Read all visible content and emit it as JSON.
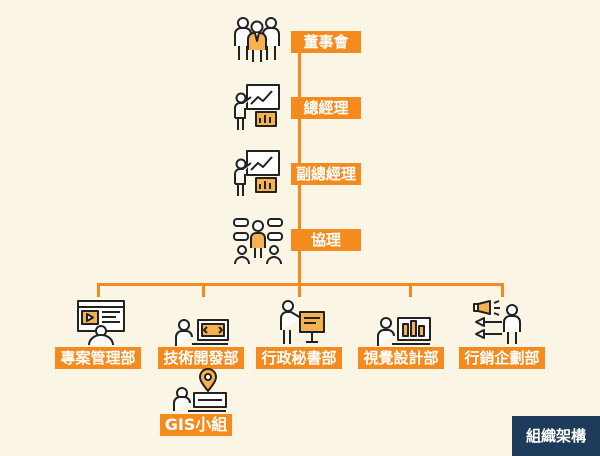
{
  "colors": {
    "background": "#fbf5e6",
    "accent": "#f58a1f",
    "icon_stroke": "#222222",
    "icon_fill": "#f6b24e",
    "corner_bg": "#1e3b5c",
    "corner_text": "#ffffff"
  },
  "hierarchy": [
    {
      "label": "董事會",
      "icon": "board-group-icon"
    },
    {
      "label": "總經理",
      "icon": "presenter-chart-icon"
    },
    {
      "label": "副總經理",
      "icon": "presenter-chart-icon"
    },
    {
      "label": "協理",
      "icon": "team-meeting-icon"
    }
  ],
  "departments": [
    {
      "label": "專案管理部",
      "icon": "project-screen-icon"
    },
    {
      "label": "技術開發部",
      "icon": "developer-monitor-icon"
    },
    {
      "label": "行政秘書部",
      "icon": "admin-presenter-icon"
    },
    {
      "label": "視覺設計部",
      "icon": "designer-tools-icon"
    },
    {
      "label": "行銷企劃部",
      "icon": "marketing-megaphone-icon"
    }
  ],
  "sub_unit": {
    "label": "GIS小組",
    "icon": "gis-map-pin-icon"
  },
  "corner_label": "組織架構"
}
